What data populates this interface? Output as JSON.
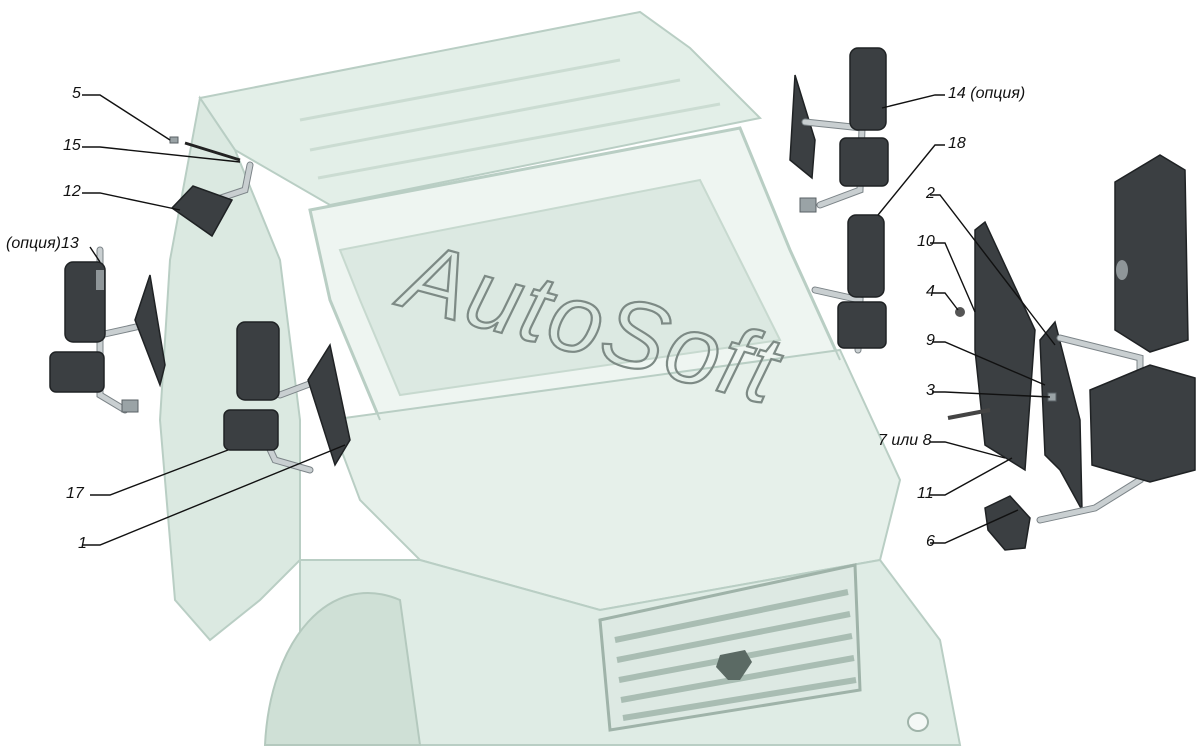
{
  "colors": {
    "cab_fill": "#e3efe8",
    "cab_shadow": "#cfe0d6",
    "mirror_dark": "#3b3f42",
    "label_color": "#111111",
    "watermark_stroke": "#7d8a85"
  },
  "watermark": "AutoSoft",
  "callouts": {
    "c1": "1",
    "c2": "2",
    "c3": "3",
    "c4": "4",
    "c5": "5",
    "c6": "6",
    "c7_8": "7 или 8",
    "c9": "9",
    "c10": "10",
    "c11": "11",
    "c12": "12",
    "c13": "(опция)13",
    "c14": "14 (опция)",
    "c15": "15",
    "c17": "17",
    "c18": "18"
  }
}
